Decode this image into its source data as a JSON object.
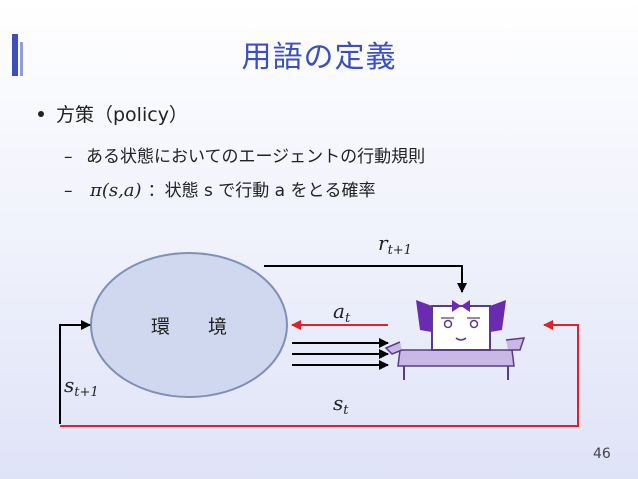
{
  "slide": {
    "title": "用語の定義",
    "bullet": "方策（policy）",
    "sub_items": [
      {
        "dash": "–",
        "text": "ある状態においてのエージェントの行動規則"
      },
      {
        "dash": "–",
        "math": "π(s,a)",
        "text": "：状態 s で行動 a をとる確率"
      }
    ],
    "page_number": "46"
  },
  "diagram": {
    "environment_label": "環　　境",
    "reward_base": "r",
    "reward_sub": "t+1",
    "action_base": "a",
    "action_sub": "t",
    "state_base": "s",
    "state_sub": "t",
    "next_state_base": "s",
    "next_state_sub": "t+1",
    "colors": {
      "arrow_black": "#000000",
      "arrow_red": "#e0202a",
      "ellipse_fill": "#cfd8ee",
      "ellipse_stroke": "#7f8fb8",
      "agent_purple": "#6a2bb0"
    }
  }
}
